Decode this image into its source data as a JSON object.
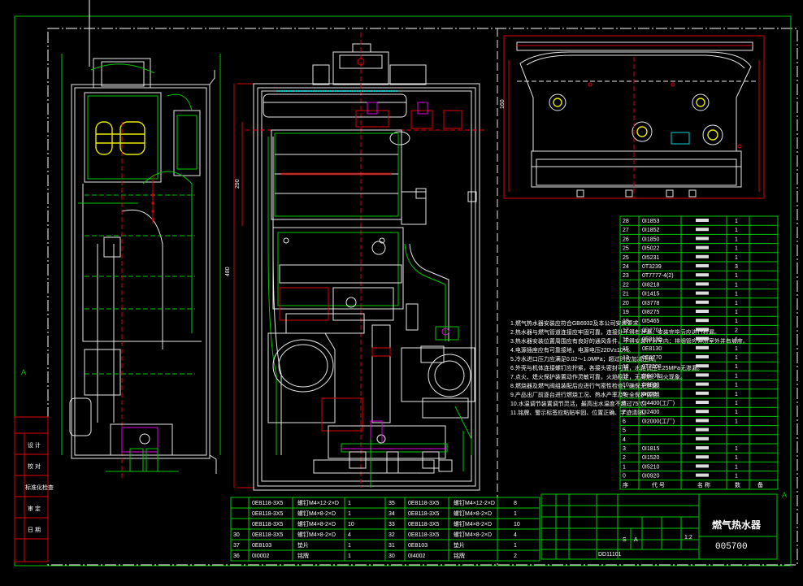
{
  "title_block": {
    "product_name": "燃气热水器",
    "drawing_number": "005700",
    "scale": "1:2",
    "sheet_letters": [
      "S",
      "A"
    ],
    "code": "DD11101"
  },
  "left_sign_labels": [
    "设 计",
    "校 对",
    "标准化检查",
    "审 定",
    "日 期"
  ],
  "zone_letters": {
    "left": "A",
    "right": "A"
  },
  "right_bom": {
    "rows": [
      {
        "no": "28",
        "code": "0I1853",
        "qty": "1"
      },
      {
        "no": "27",
        "code": "0I1852",
        "qty": "1"
      },
      {
        "no": "26",
        "code": "0I1850",
        "qty": "1"
      },
      {
        "no": "25",
        "code": "0I5022",
        "qty": "1"
      },
      {
        "no": "25",
        "code": "0I5231",
        "qty": "1"
      },
      {
        "no": "24",
        "code": "0T3239",
        "qty": "3"
      },
      {
        "no": "23",
        "code": "0T7777-4(2)",
        "qty": "1"
      },
      {
        "no": "22",
        "code": "0I8218",
        "qty": "1"
      },
      {
        "no": "21",
        "code": "0I1415",
        "qty": "1"
      },
      {
        "no": "20",
        "code": "0I3778",
        "qty": "1"
      },
      {
        "no": "19",
        "code": "0I8275",
        "qty": "1"
      },
      {
        "no": "18",
        "code": "0I5465",
        "qty": "1"
      },
      {
        "no": "17",
        "code": "0D2701",
        "qty": "2"
      },
      {
        "no": "16",
        "code": "0E8130",
        "qty": "1"
      },
      {
        "no": "15",
        "code": "0E8130",
        "qty": "1"
      },
      {
        "no": "13",
        "code": "0E6270",
        "qty": "1"
      },
      {
        "no": "12",
        "code": "0T2208",
        "qty": "1"
      },
      {
        "no": "11",
        "code": "0I6400",
        "qty": "1"
      },
      {
        "no": "10",
        "code": "0I8508",
        "qty": "1"
      },
      {
        "no": "9",
        "code": "0I6208",
        "qty": "1"
      },
      {
        "no": "8",
        "code": "0I4400(工厂)",
        "qty": "1"
      },
      {
        "no": "7",
        "code": "0I2400",
        "qty": "1"
      },
      {
        "no": "6",
        "code": "0I2000(工厂)",
        "qty": "1"
      },
      {
        "no": "5",
        "code": "",
        "qty": ""
      },
      {
        "no": "4",
        "code": "",
        "qty": ""
      },
      {
        "no": "3",
        "code": "0I1815",
        "qty": "1"
      },
      {
        "no": "2",
        "code": "0I1520",
        "qty": "1"
      },
      {
        "no": "1",
        "code": "0I5210",
        "qty": "1"
      },
      {
        "no": "0",
        "code": "0I0920",
        "qty": "1"
      }
    ],
    "header": [
      "序",
      "代 号",
      "名 称",
      "数",
      "备"
    ]
  },
  "bottom_parts_left": [
    {
      "code": "0E8118-3X5",
      "name": "螺钉M4×12-2×D",
      "qty": "1"
    },
    {
      "code": "0E8118-3X5",
      "name": "螺钉M4×8-2×D",
      "qty": "1"
    },
    {
      "code": "0E8118-3X5",
      "name": "螺钉M4×8-2×D",
      "qty": "10"
    },
    {
      "code": "0E8118-3X5",
      "name": "螺钉M4×8-2×D",
      "qty": "4"
    },
    {
      "code": "0E8103",
      "name": "垫片",
      "qty": "1"
    },
    {
      "code": "0I0002",
      "name": "铭牌",
      "qty": "1"
    }
  ],
  "bottom_parts_left_nos": [
    "",
    "",
    "",
    "30",
    "37",
    "36"
  ],
  "bottom_parts_right": [
    {
      "no": "35",
      "code": "0E8118-3X5",
      "name": "螺钉M4×12-2×D",
      "qty": "8"
    },
    {
      "no": "34",
      "code": "0E8118-3X5",
      "name": "螺钉M4×8-2×D",
      "qty": "1"
    },
    {
      "no": "33",
      "code": "0E8118-3X5",
      "name": "螺钉M4×8-2×D",
      "qty": "10"
    },
    {
      "no": "32",
      "code": "0E8118-3X5",
      "name": "螺钉M4×8-2×D",
      "qty": "4"
    },
    {
      "no": "31",
      "code": "0E8103",
      "name": "垫片",
      "qty": "1"
    },
    {
      "no": "30",
      "code": "0I4002",
      "name": "铭牌",
      "qty": "2"
    }
  ],
  "tech_notes": [
    "1.燃气热水器安装应符合GB6932及本公司安装要求。",
    "2.热水器与燃气管道连接应牢固可靠，连接处不得有泄漏，安装完毕后应进行检漏。",
    "3.热水器安装位置周围应有良好的通风条件，不得安装在浴室内；排烟管应伸出室外并有坡度。",
    "4.电源插座应有可靠接地，电源电压220V±10%。",
    "5.冷水进口压力应满足0.02～1.0MPa；超过时应加减压阀。",
    "6.外壳与机体连接螺钉应拧紧，各接头密封可靠，水路试压1.25MPa无渗漏。",
    "7.点火、熄火保护装置动作灵敏可靠，火焰稳定，无离焰、回火现象。",
    "8.燃烧器及燃气阀组装配后应进行气密性检查，确保无泄漏。",
    "9.产品出厂前逐台进行燃烧工况、热水产率及安全保护试验。",
    "10.水温调节装置调节灵活，最高出水温度不超过75℃。",
    "11.铭牌、警示标签应粘贴牢固、位置正确、字迹清晰。"
  ],
  "dimensions": {
    "front_height": "480",
    "front_upper": "290",
    "side_width": "160"
  }
}
